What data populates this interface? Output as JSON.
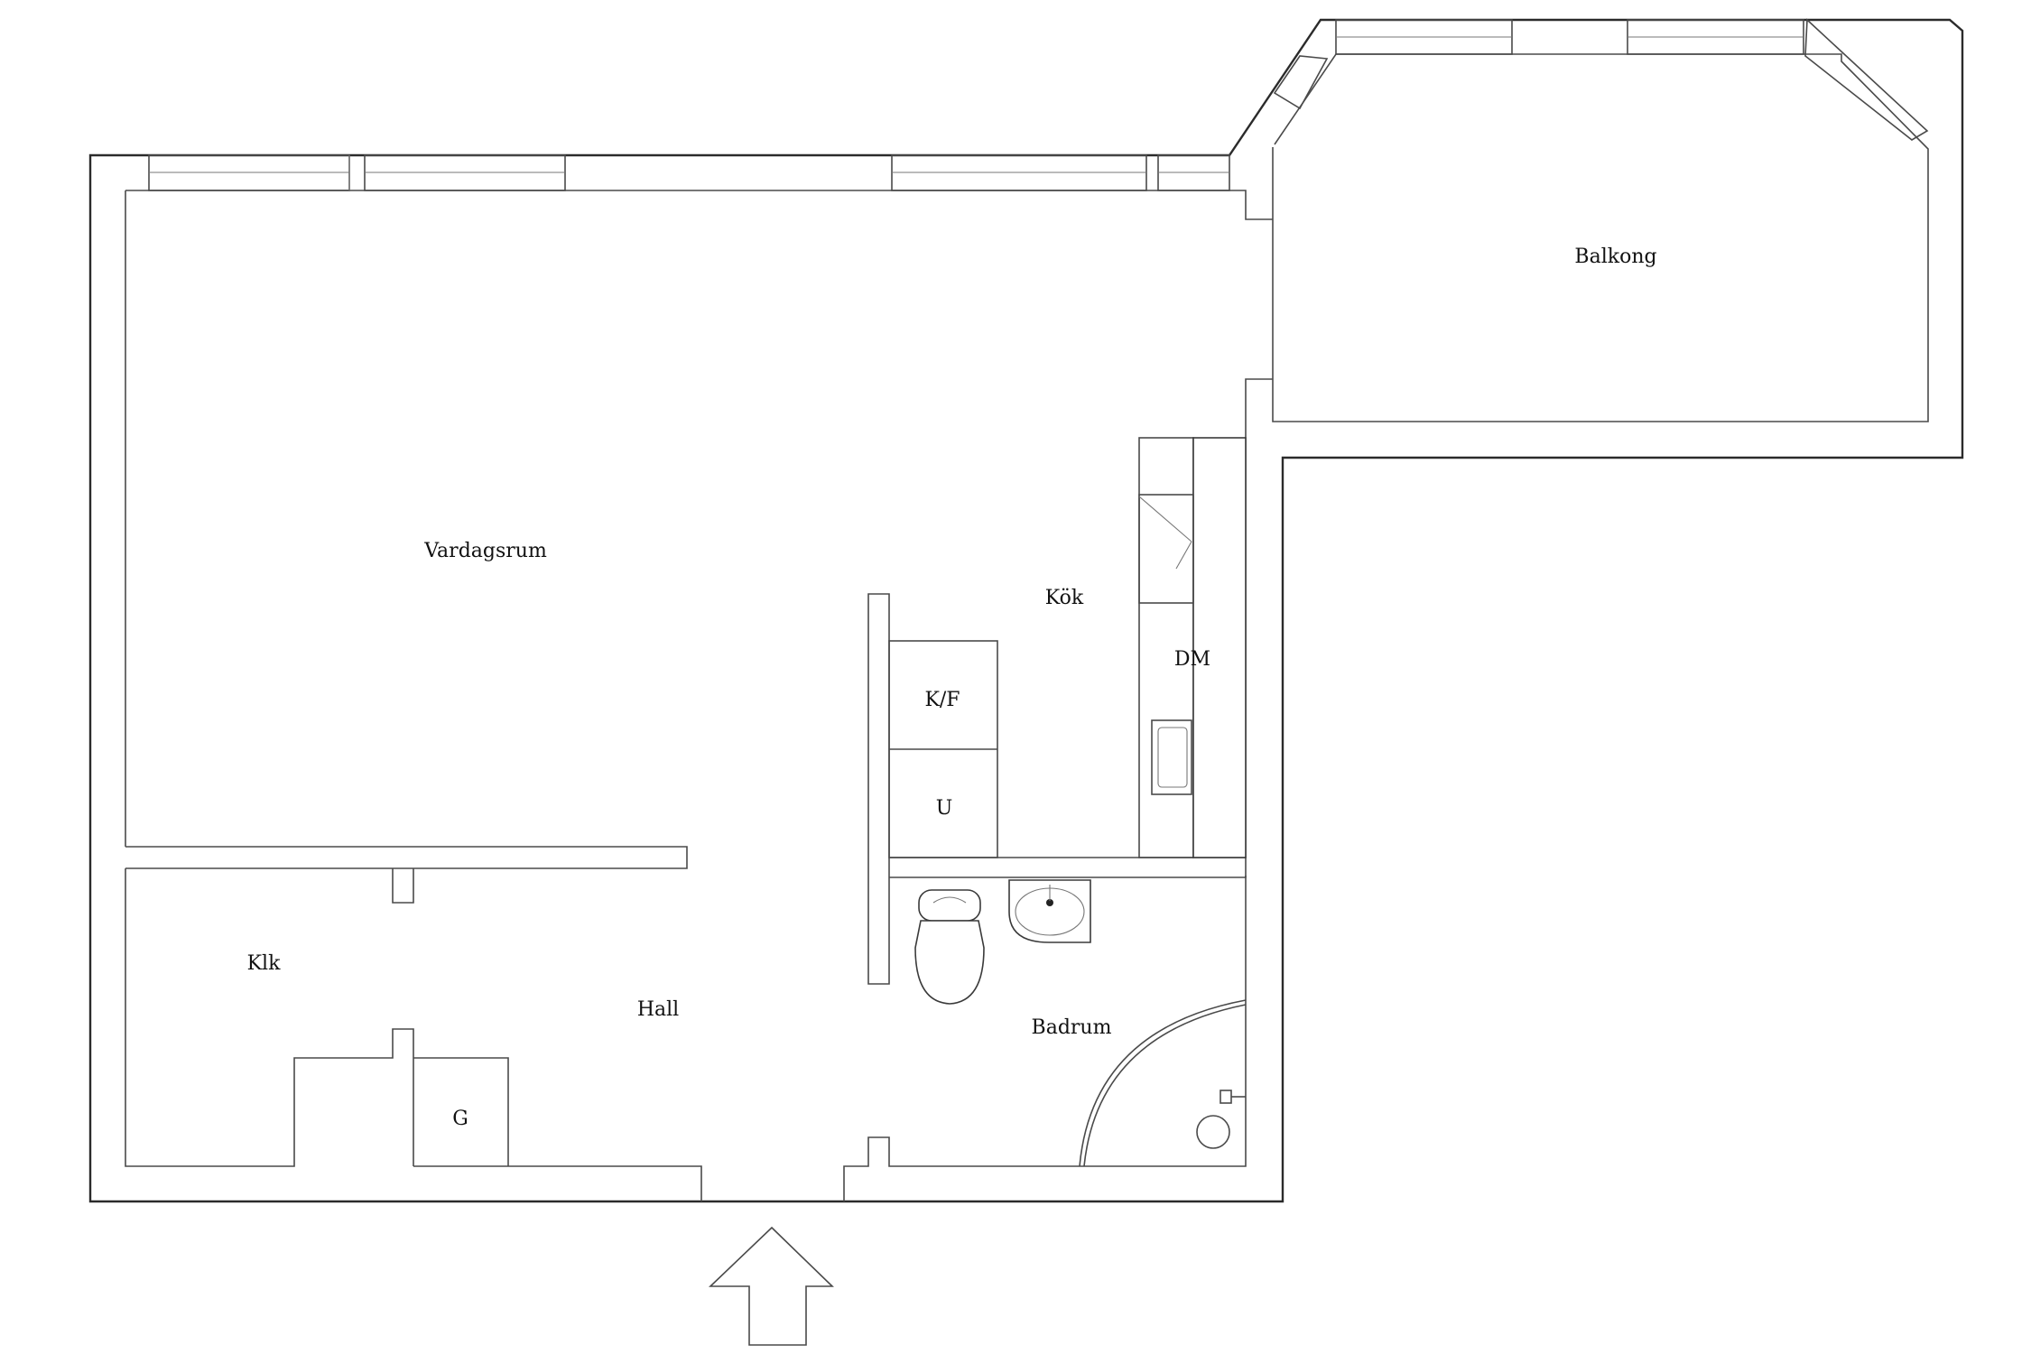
{
  "rooms": {
    "balkong": "Balkong",
    "vardagsrum": "Vardagsrum",
    "kok": "Kök",
    "dm": "DM",
    "kf": "K/F",
    "u": "U",
    "klk": "Klk",
    "hall": "Hall",
    "badrum": "Badrum",
    "g": "G"
  },
  "icons": {
    "entrance": "entrance-arrow-icon",
    "toilet": "toilet-icon",
    "sink": "sink-icon",
    "shower": "shower-icon",
    "kitchen_sink": "kitchen-sink-icon"
  }
}
